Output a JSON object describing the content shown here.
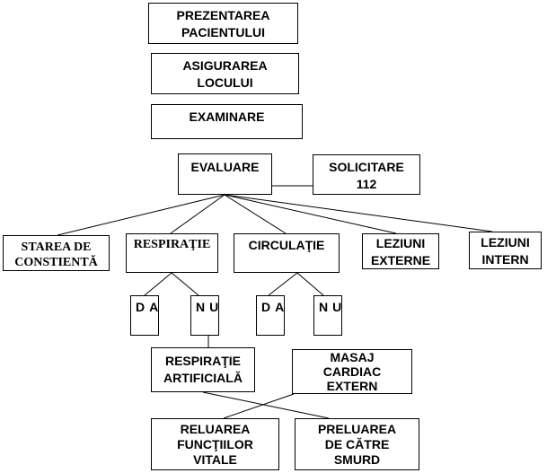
{
  "nodes": {
    "prezentarea": "PREZENTAREA\nPACIENTULUI",
    "asigurarea": "ASIGURAREA\nLOCULUI",
    "examinare": "EXAMINARE",
    "evaluare": "EVALUARE",
    "solicitare": "SOLICITARE\n112",
    "starea": "STAREA DE\nCONSTIENTĂ",
    "respiratie": "RESPIRAŢIE",
    "circulatie": "CIRCULAŢIE",
    "leziuni_externe": "LEZIUNI\nEXTERNE",
    "leziuni_intern": "LEZIUNI\nINTERN",
    "da_resp": "DA",
    "nu_resp": "NU",
    "da_circ": "DA",
    "nu_circ": "NU",
    "respiratie_artificiala": "RESPIRAŢIE\nARTIFICIALĂ",
    "masaj": "MASAJ\nCARDIAC\nEXTERN",
    "reluarea": "RELUAREA\nFUNCŢIILOR\nVITALE",
    "preluarea": "PRELUAREA\nDE CĂTRE\nSMURD"
  },
  "colors": {
    "line": "#000000",
    "box_border": "#000000",
    "background": "#ffffff"
  }
}
